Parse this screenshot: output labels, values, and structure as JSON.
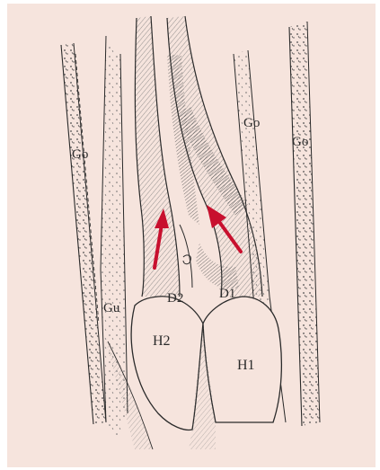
{
  "figure": {
    "labels": {
      "go_left": "Go",
      "go_center": "Go",
      "go_right": "Go",
      "gu": "Gu",
      "d1": "D1",
      "d2": "D2",
      "h1": "H1",
      "h2": "H2"
    },
    "colors": {
      "background": "#f6e4dd",
      "ink": "#2a2a2a",
      "shading": "#8a8a8a",
      "arrow": "#c8102e"
    },
    "arrows": [
      {
        "name": "left-upward-arrow",
        "direction": "up"
      },
      {
        "name": "right-upward-arrow",
        "direction": "up-left"
      }
    ]
  }
}
